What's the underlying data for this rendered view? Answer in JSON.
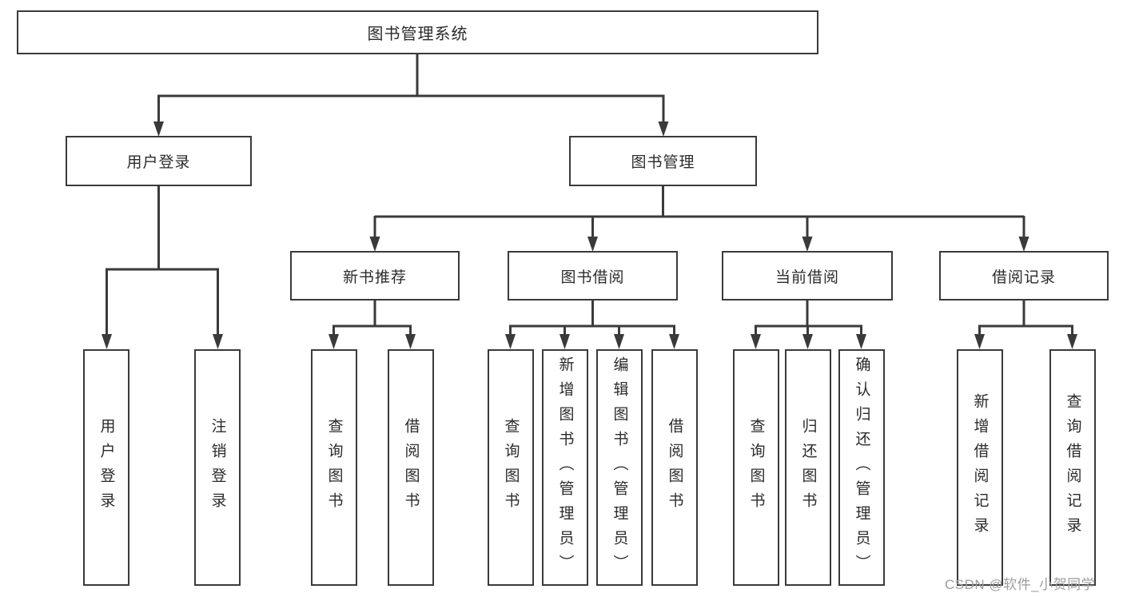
{
  "diagram": {
    "root": {
      "label": "图书管理系统"
    },
    "branches": [
      {
        "label": "用户登录",
        "children": [
          {
            "label": "用户登录"
          },
          {
            "label": "注销登录"
          }
        ]
      },
      {
        "label": "图书管理",
        "children": [
          {
            "label": "新书推荐",
            "children": [
              {
                "label": "查询图书"
              },
              {
                "label": "借阅图书"
              }
            ]
          },
          {
            "label": "图书借阅",
            "children": [
              {
                "label": "查询图书"
              },
              {
                "label": "新增图书（管理员）"
              },
              {
                "label": "编辑图书（管理员）"
              },
              {
                "label": "借阅图书"
              }
            ]
          },
          {
            "label": "当前借阅",
            "children": [
              {
                "label": "查询图书"
              },
              {
                "label": "归还图书"
              },
              {
                "label": "确认归还（管理员）"
              }
            ]
          },
          {
            "label": "借阅记录",
            "children": [
              {
                "label": "新增借阅记录"
              },
              {
                "label": "查询借阅记录"
              }
            ]
          }
        ]
      }
    ]
  },
  "watermark": {
    "text": "CSDN @软件_小贺同学"
  },
  "colors": {
    "line": "#3a3a3a",
    "text": "#2b2b2b",
    "box_fill": "#ffffff",
    "watermark": "#9e9e9e"
  }
}
